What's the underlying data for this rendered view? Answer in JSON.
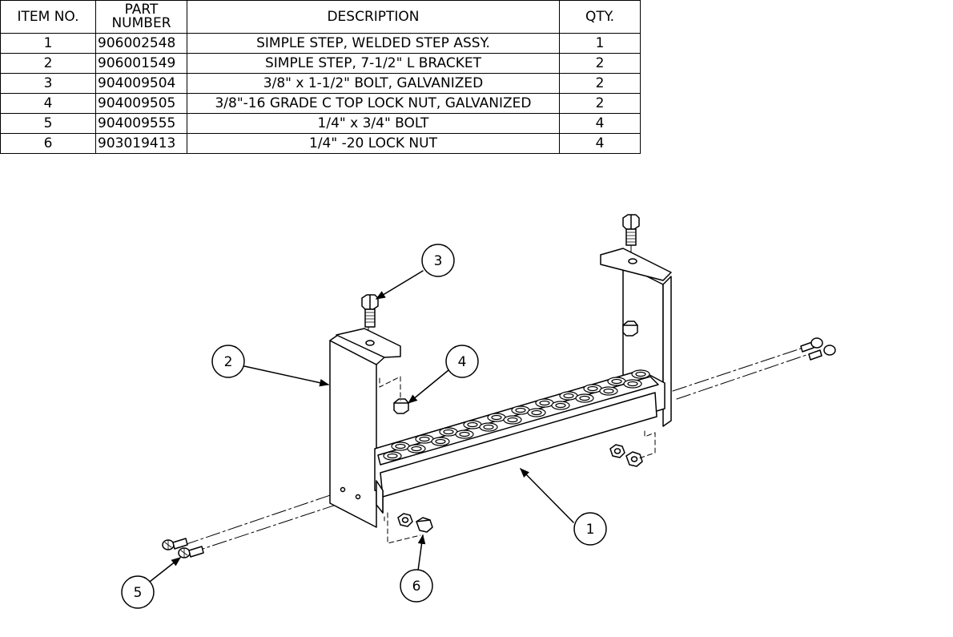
{
  "bom": {
    "headers": {
      "item_no": "ITEM NO.",
      "part_number_line1": "PART",
      "part_number_line2": "NUMBER",
      "description": "DESCRIPTION",
      "qty": "QTY."
    },
    "rows": [
      {
        "item": "1",
        "part": "906002548",
        "description": "SIMPLE STEP, WELDED STEP ASSY.",
        "qty": "1"
      },
      {
        "item": "2",
        "part": "906001549",
        "description": "SIMPLE STEP, 7-1/2\" L BRACKET",
        "qty": "2"
      },
      {
        "item": "3",
        "part": "904009504",
        "description": "3/8\" x 1-1/2\" BOLT, GALVANIZED",
        "qty": "2"
      },
      {
        "item": "4",
        "part": "904009505",
        "description": "3/8\"-16 GRADE C TOP LOCK NUT, GALVANIZED",
        "qty": "2"
      },
      {
        "item": "5",
        "part": "904009555",
        "description": "1/4\" x 3/4\" BOLT",
        "qty": "4"
      },
      {
        "item": "6",
        "part": "903019413",
        "description": "1/4\" -20 LOCK NUT",
        "qty": "4"
      }
    ]
  },
  "balloons": [
    {
      "label": "1"
    },
    {
      "label": "2"
    },
    {
      "label": "3"
    },
    {
      "label": "4"
    },
    {
      "label": "5"
    },
    {
      "label": "6"
    }
  ]
}
